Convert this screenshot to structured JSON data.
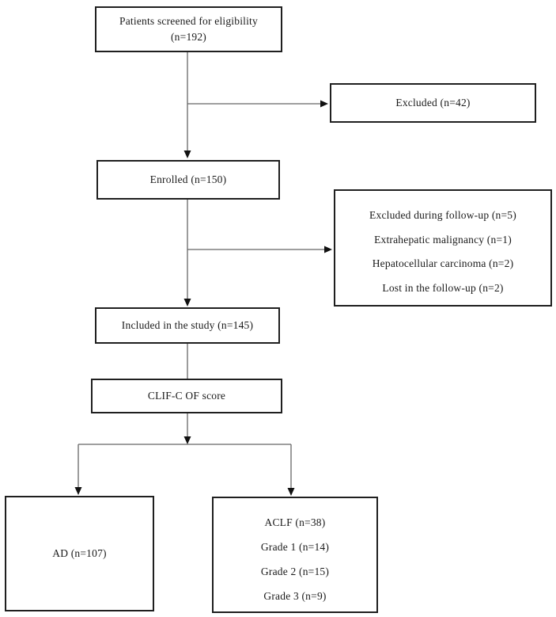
{
  "figure": {
    "type": "flowchart",
    "background_color": "#ffffff",
    "box_border_color": "#1f1f1f",
    "connector_color": "#666666",
    "arrowhead_color": "#111111",
    "text_color": "#1a1a1a"
  },
  "boxes": {
    "screened": {
      "lines": [
        "Patients screened for eligibility",
        "(n=192)"
      ]
    },
    "excluded": {
      "lines": [
        "Excluded (n=42)"
      ]
    },
    "enrolled": {
      "lines": [
        "Enrolled (n=150)"
      ]
    },
    "followup": {
      "lines": [
        "Excluded during follow-up (n=5)",
        "Extrahepatic malignancy (n=1)",
        "Hepatocellular carcinoma (n=2)",
        "Lost in the follow-up (n=2)"
      ]
    },
    "included": {
      "lines": [
        "Included in the study (n=145)"
      ]
    },
    "clif": {
      "lines": [
        "CLIF-C OF score"
      ]
    },
    "ad": {
      "lines": [
        "AD (n=107)"
      ]
    },
    "aclf": {
      "lines": [
        "ACLF (n=38)",
        "Grade 1 (n=14)",
        "Grade 2 (n=15)",
        "Grade 3 (n=9)"
      ]
    }
  },
  "edges": [
    {
      "from": "screened",
      "to": "enrolled",
      "arrow": true
    },
    {
      "from": "screened",
      "to": "excluded",
      "arrow": true
    },
    {
      "from": "enrolled",
      "to": "included",
      "arrow": true
    },
    {
      "from": "enrolled",
      "to": "followup",
      "arrow": true
    },
    {
      "from": "included",
      "to": "clif",
      "arrow": false
    },
    {
      "from": "clif",
      "to": "ad",
      "arrow": true
    },
    {
      "from": "clif",
      "to": "aclf",
      "arrow": true
    }
  ]
}
